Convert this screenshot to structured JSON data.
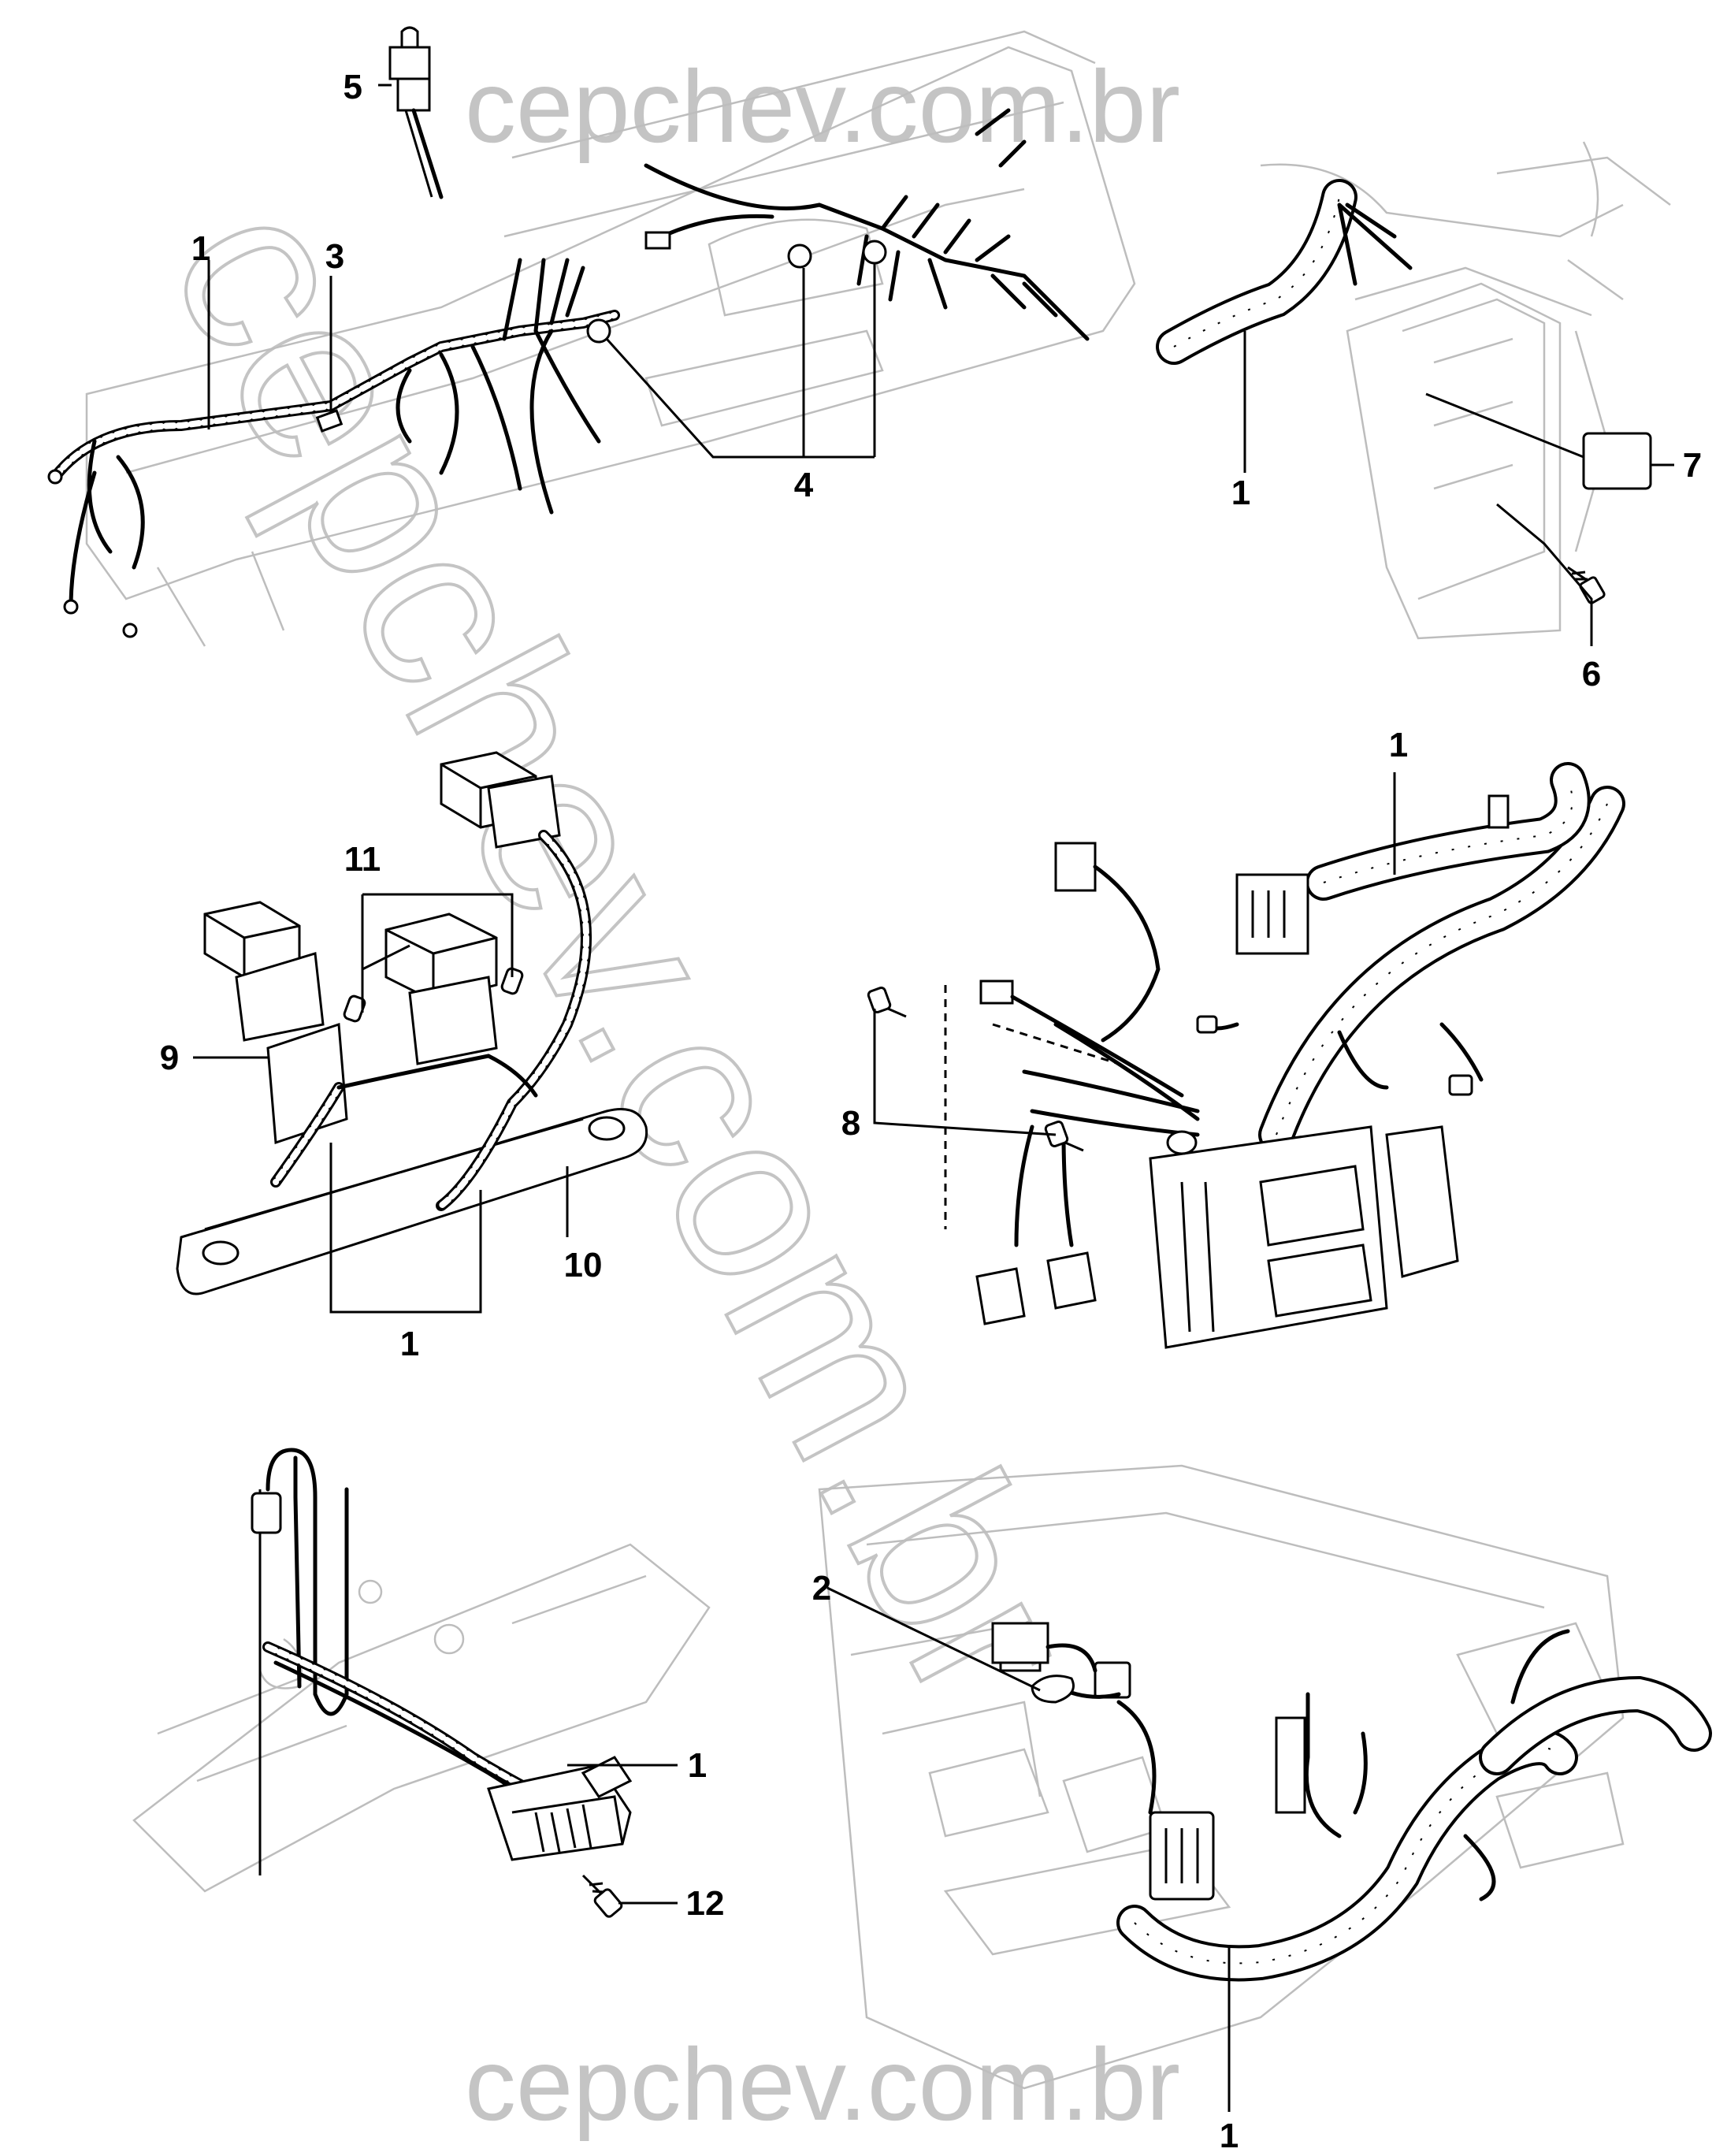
{
  "watermark": {
    "top": "cepchev.com.br",
    "bottom": "cepchev.com.br",
    "diagonal": "cepchev.com.br"
  },
  "callouts": {
    "p1": {
      "a": "5",
      "b": "1",
      "c": "3",
      "d": "4"
    },
    "p2": {
      "a": "1",
      "b": "7",
      "c": "6"
    },
    "p3": {
      "a": "11",
      "b": "9",
      "c": "10",
      "d": "1"
    },
    "p4": {
      "a": "1",
      "b": "8"
    },
    "p5": {
      "a": "1",
      "b": "12"
    },
    "p6": {
      "a": "2",
      "b": "1"
    }
  },
  "colors": {
    "line": "#000000",
    "background_art": "#bdbdbd",
    "watermark": "#c4c4c4"
  }
}
